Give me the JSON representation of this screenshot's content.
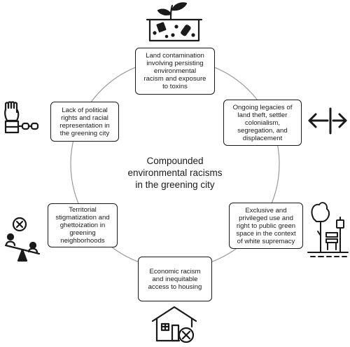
{
  "center": {
    "lines": [
      "Compounded",
      "environmental racisms",
      "in the greening city"
    ]
  },
  "nodes": [
    {
      "id": "land-contamination",
      "lines": [
        "Land contamination",
        "involving persisting",
        "environmental",
        "racism and exposure",
        "to toxins"
      ],
      "icon": "contaminated-soil-icon"
    },
    {
      "id": "land-theft",
      "lines": [
        "Ongoing legacies of",
        "land theft, settler",
        "colonialism,",
        "segregation, and",
        "displacement"
      ],
      "icon": "displacement-arrows-icon"
    },
    {
      "id": "exclusive-use",
      "lines": [
        "Exclusive and",
        "privileged use and",
        "right to public green",
        "space in the context",
        "of white supremacy"
      ],
      "icon": "park-bench-icon"
    },
    {
      "id": "economic-racism",
      "lines": [
        "Economic racism",
        "and inequitable",
        "access to housing"
      ],
      "icon": "house-denied-icon"
    },
    {
      "id": "territorial-stigmatization",
      "lines": [
        "Territorial",
        "stigmatization and",
        "ghettoization in",
        "greening",
        "neighborhoods"
      ],
      "icon": "unbalanced-seesaw-icon"
    },
    {
      "id": "political-rights",
      "lines": [
        "Lack of political",
        "rights and racial",
        "representation in",
        "the greening city"
      ],
      "icon": "shackled-fist-icon"
    }
  ],
  "colors": {
    "stroke": "#1a1a1a",
    "background": "#ffffff",
    "circle": "#9a9a9a"
  }
}
